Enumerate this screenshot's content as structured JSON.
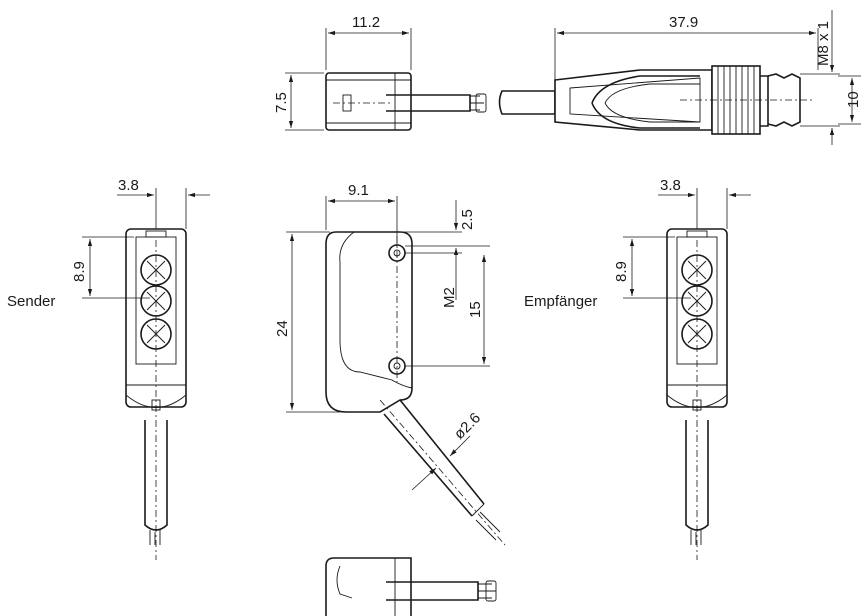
{
  "dimensions": {
    "top_width": "11.2",
    "top_height": "7.5",
    "connector_length": "37.9",
    "thread": "M8 x 1",
    "connector_dia": "10",
    "sender_width": "3.8",
    "sender_lens": "8.9",
    "center_width": "9.1",
    "hole_offset": "2.5",
    "hole_spacing": "15",
    "screw": "M2",
    "total_height": "24",
    "cable_dia": "ø2.6",
    "receiver_width": "3.8",
    "receiver_lens": "8.9"
  },
  "labels": {
    "sender": "Sender",
    "receiver": "Empfänger"
  }
}
